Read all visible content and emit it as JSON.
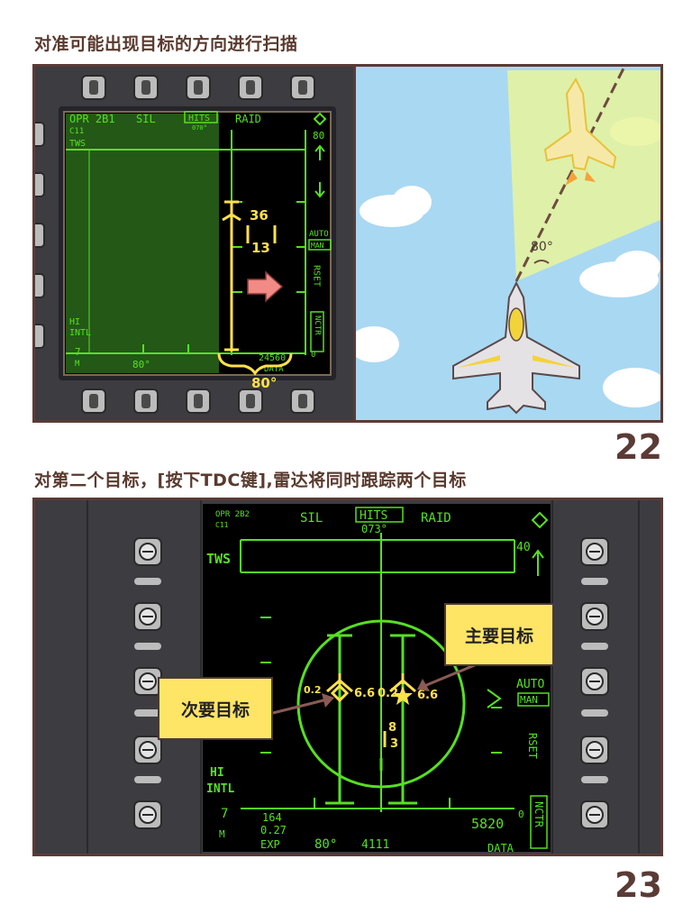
{
  "panel22": {
    "caption": "对准可能出现目标的方向进行扫描",
    "page_number": "22",
    "mfd": {
      "opr": "OPR 2B1",
      "c11": "C11",
      "tws": "TWS",
      "sil": "SIL",
      "hits": "HITS",
      "hits_sub": "070°",
      "raid": "RAID",
      "range": "80",
      "auto": "AUTO",
      "man": "MAN",
      "rset": "RSET",
      "nctr": "NCTR",
      "hi": "HI",
      "intl": "INTL",
      "seven": "7",
      "m": "M",
      "az": "80°",
      "alt": "24560",
      "data": "DATA",
      "zero": "0",
      "contact_upper": "36",
      "contact_lower": "13",
      "scan_width": "80°"
    },
    "scene_angle": "80°"
  },
  "panel23": {
    "caption": "对第二个目标，[按下TDC键],雷达将同时跟踪两个目标",
    "page_number": "23",
    "mfd": {
      "opr": "OPR 2B2",
      "c11": "C11",
      "sil": "SIL",
      "hits": "HITS",
      "hits_sub": "073°",
      "raid": "RAID",
      "range": "40",
      "tws": "TWS",
      "auto": "AUTO",
      "man": "MAN",
      "rset": "RSET",
      "nctr": "NCTR",
      "hi": "HI",
      "intl": "INTL",
      "seven": "7",
      "m": "M",
      "val1": "164",
      "val2": "0.27",
      "exp": "EXP",
      "az": "80°",
      "bottom_num": "4111",
      "alt": "5820",
      "zero": "0",
      "data": "DATA",
      "secondary_left": "0.2",
      "secondary_right": "6.6",
      "primary_left": "0.2",
      "primary_right": "6.6",
      "center_top": "8",
      "center_bottom": "3"
    },
    "callouts": {
      "primary": "主要目标",
      "secondary": "次要目标"
    }
  }
}
